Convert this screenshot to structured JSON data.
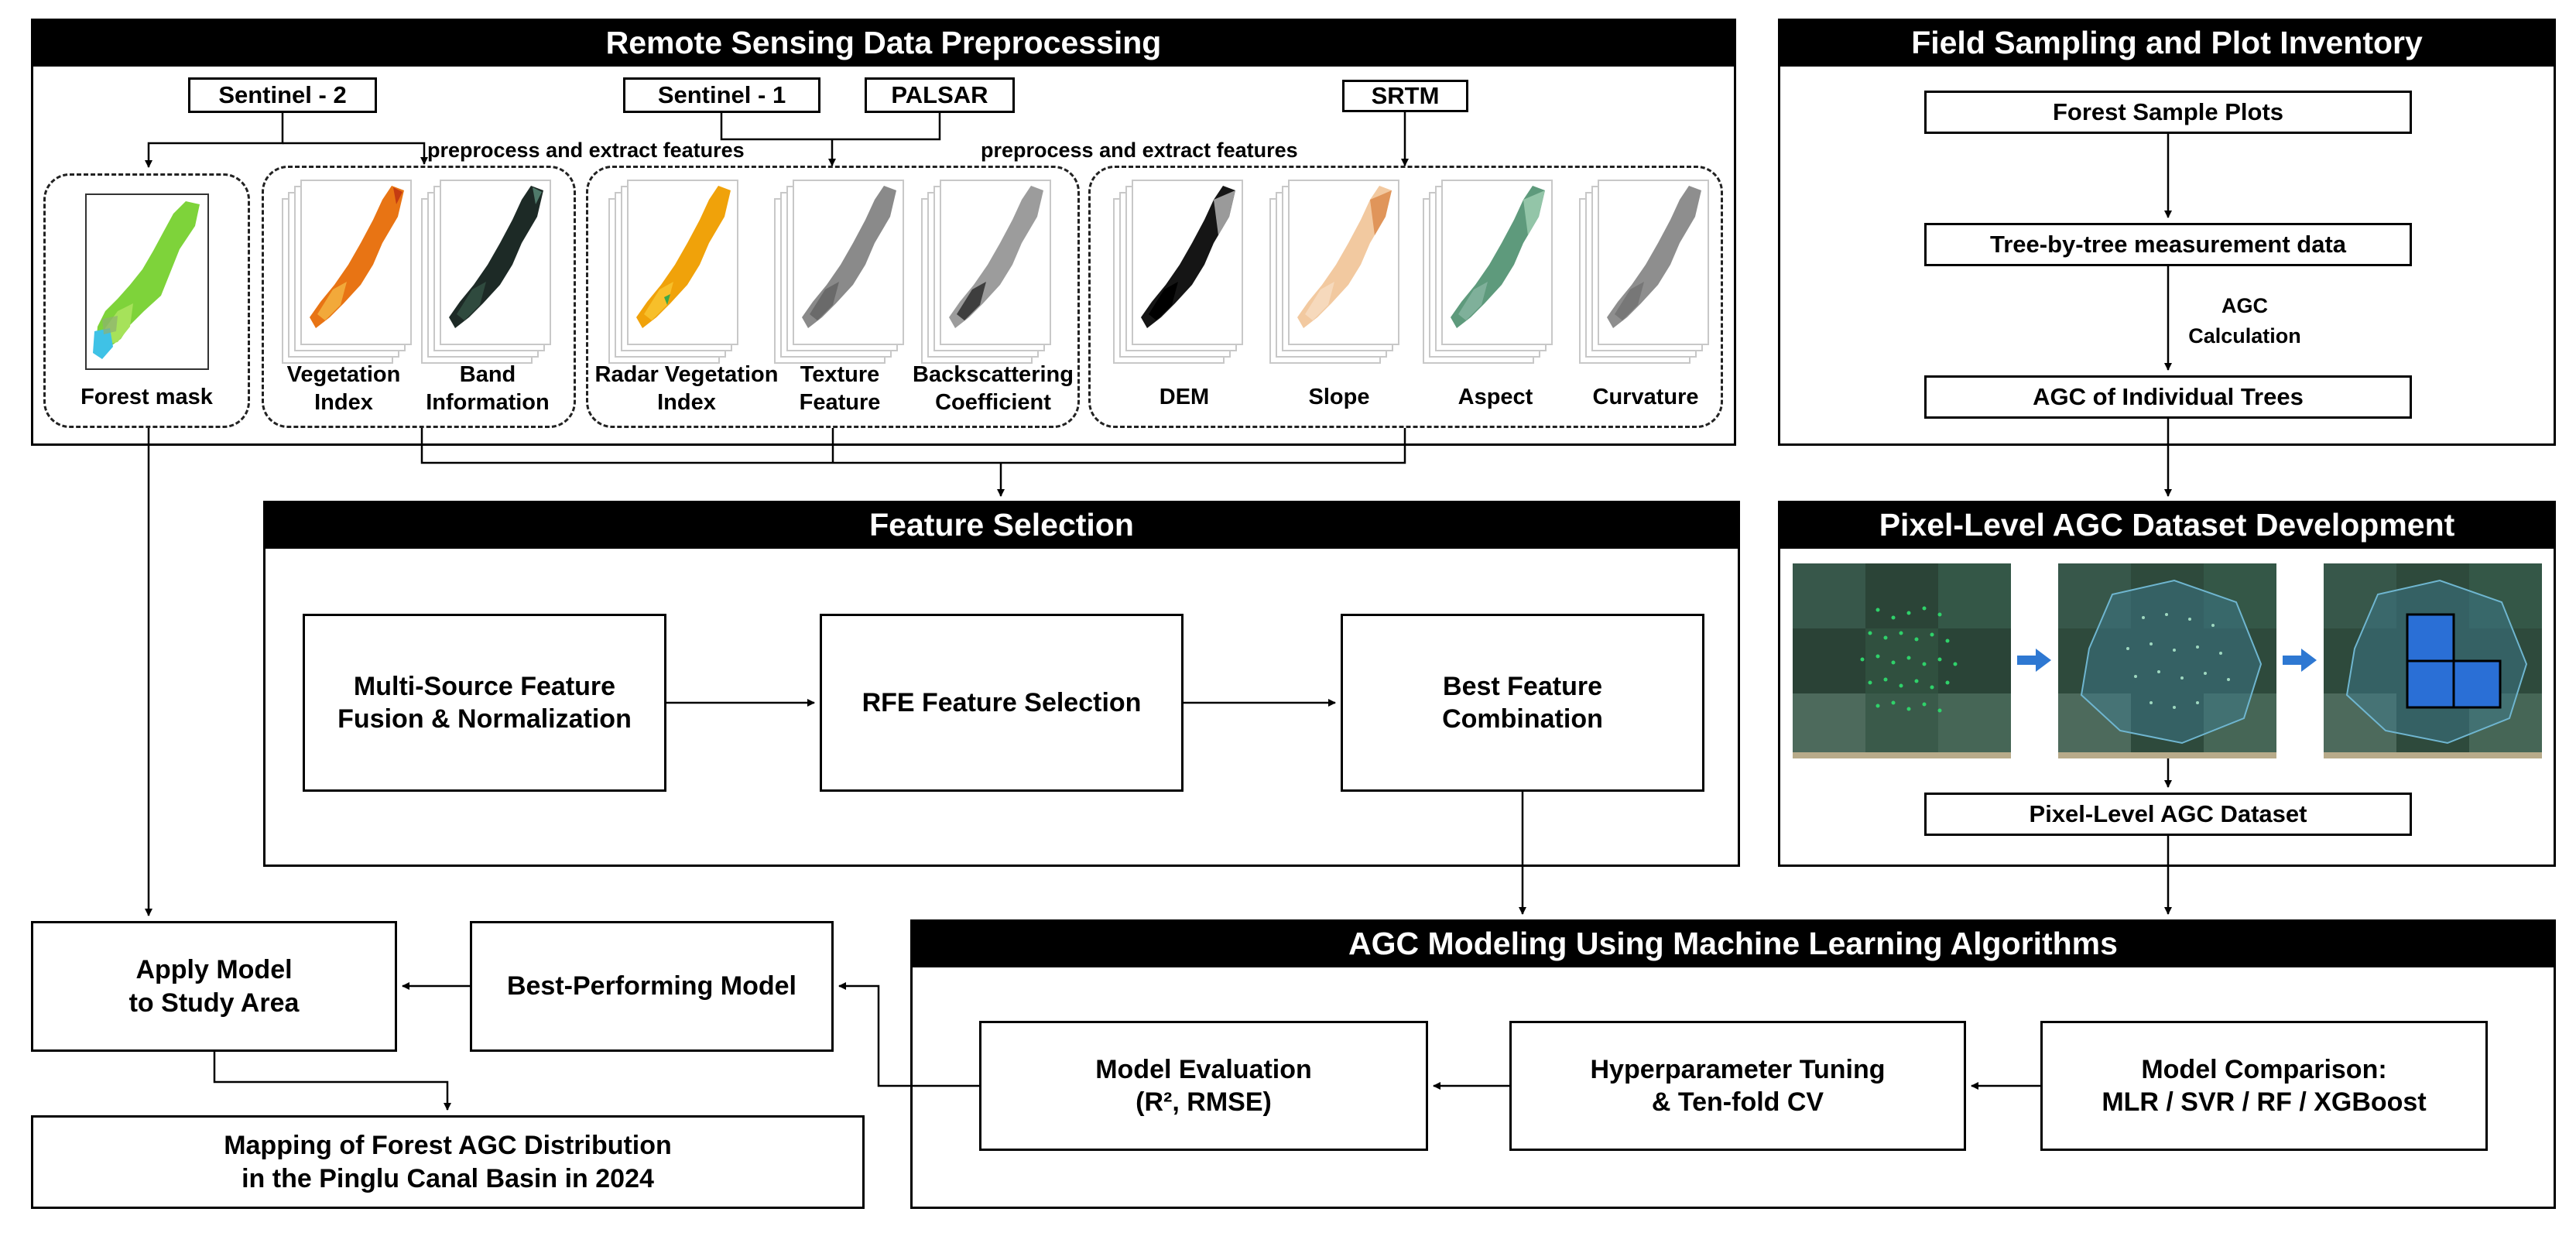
{
  "rs": {
    "title": "Remote Sensing Data Preprocessing",
    "sources": {
      "sentinel2": "Sentinel - 2",
      "sentinel1": "Sentinel - 1",
      "palsar": "PALSAR",
      "srtm": "SRTM"
    },
    "preprocess_note": "preprocess and extract features",
    "tiles": {
      "forest_mask": "Forest mask",
      "vegetation_index": [
        "Vegetation",
        "Index"
      ],
      "band_information": [
        "Band",
        "Information"
      ],
      "radar_vegetation_index": [
        "Radar Vegetation",
        "Index"
      ],
      "texture_feature": [
        "Texture",
        "Feature"
      ],
      "backscattering_coefficient": [
        "Backscattering",
        "Coefficient"
      ],
      "dem": "DEM",
      "slope": "Slope",
      "aspect": "Aspect",
      "curvature": "Curvature"
    }
  },
  "field": {
    "title": "Field Sampling and Plot Inventory",
    "forest_sample_plots": "Forest Sample Plots",
    "tree_measurement": "Tree-by-tree measurement data",
    "agc_calc": [
      "AGC",
      "Calculation"
    ],
    "agc_trees": "AGC of Individual Trees"
  },
  "pixel": {
    "title": "Pixel-Level AGC Dataset Development",
    "dataset": "Pixel-Level AGC Dataset"
  },
  "fs": {
    "title": "Feature Selection",
    "fusion": [
      "Multi-Source Feature",
      "Fusion & Normalization"
    ],
    "rfe": "RFE Feature Selection",
    "best_combo": [
      "Best Feature",
      "Combination"
    ]
  },
  "model": {
    "title": "AGC Modeling Using Machine Learning Algorithms",
    "evaluation": [
      "Model Evaluation",
      "(R², RMSE)"
    ],
    "tuning": [
      "Hyperparameter Tuning",
      "& Ten-fold CV"
    ],
    "comparison": [
      "Model Comparison:",
      "MLR / SVR / RF / XGBoost"
    ]
  },
  "apply": [
    "Apply Model",
    "to Study Area"
  ],
  "best_model": "Best-Performing Model",
  "mapping": [
    "Mapping of Forest AGC Distribution",
    "in the Pinglu Canal Basin in 2024"
  ],
  "colors": {
    "header_bg": "#000000",
    "arrow_blue": "#2e78d2",
    "pixel_blue": "#2a6fd6",
    "forest_green": "#2f4f3c"
  }
}
